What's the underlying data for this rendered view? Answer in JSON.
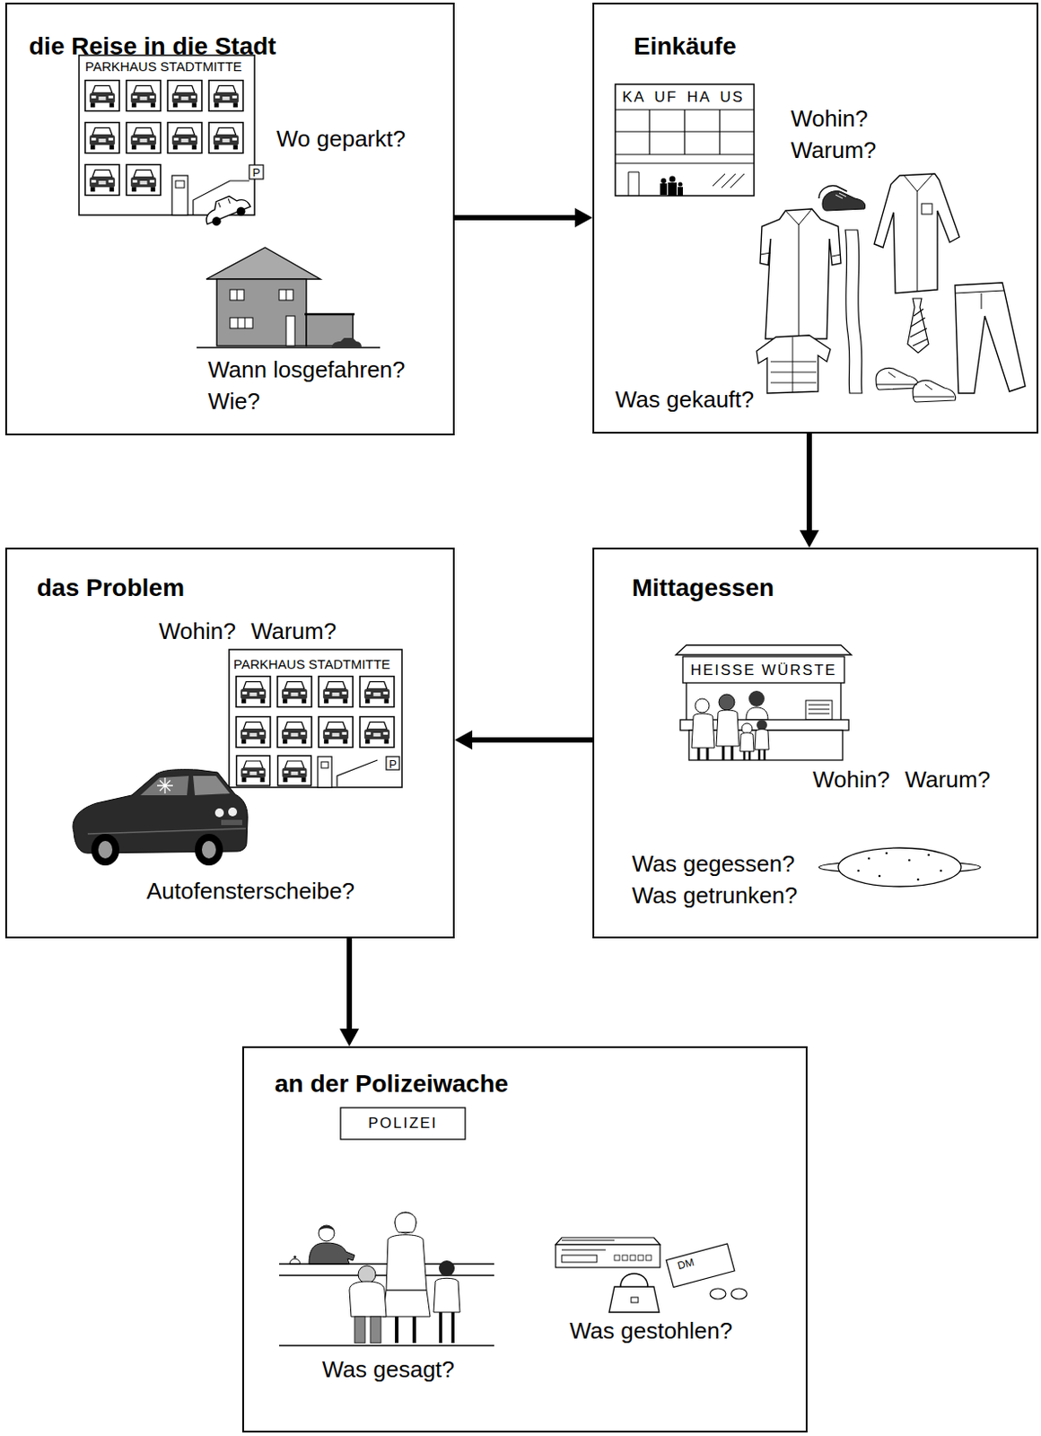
{
  "diagram": {
    "nodes": [
      {
        "text": [
          "die Reise in die Stadt",
          "Wo geparkt?",
          "Wann losgefahren? Wie?"
        ]
      },
      {
        "text": [
          "Einkäufe",
          "Wohin? Warum?",
          "Was gekauft?"
        ]
      },
      {
        "text": [
          "das Problem",
          "Wohin? Warum?",
          "Autofensterscheibe?"
        ]
      },
      {
        "text": [
          "Mittagessen",
          "Wohin? Warum?",
          "Was gegessen? Was getrunken?"
        ]
      },
      {
        "text": [
          "an der Polizeiwache",
          "Was gesagt?",
          "Was gestohlen?"
        ]
      }
    ],
    "edges": [
      {
        "from": 0,
        "to": 1,
        "arrow": "to"
      },
      {
        "from": 1,
        "to": 3,
        "arrow": "to"
      },
      {
        "from": 3,
        "to": 2,
        "arrow": "to"
      },
      {
        "from": 2,
        "to": 4,
        "arrow": "to"
      }
    ],
    "labels": [
      "PARKHAUS STADTMITTE",
      "P",
      "KA UF HA US",
      "PARKHAUS STADTMITTE",
      "P",
      "HEISSE WÜRSTE",
      "POLIZEI",
      "DM"
    ]
  }
}
